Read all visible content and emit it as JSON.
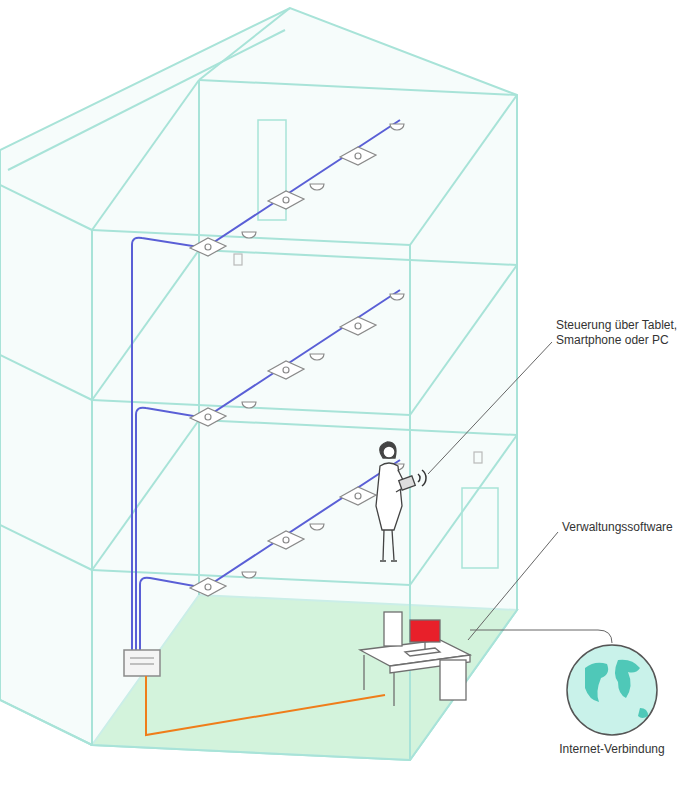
{
  "diagram": {
    "labels": [
      "Steuerung über Tablet, Smartphone oder PC",
      "Verwaltungssoftware",
      "Internet-Verbindung"
    ]
  }
}
